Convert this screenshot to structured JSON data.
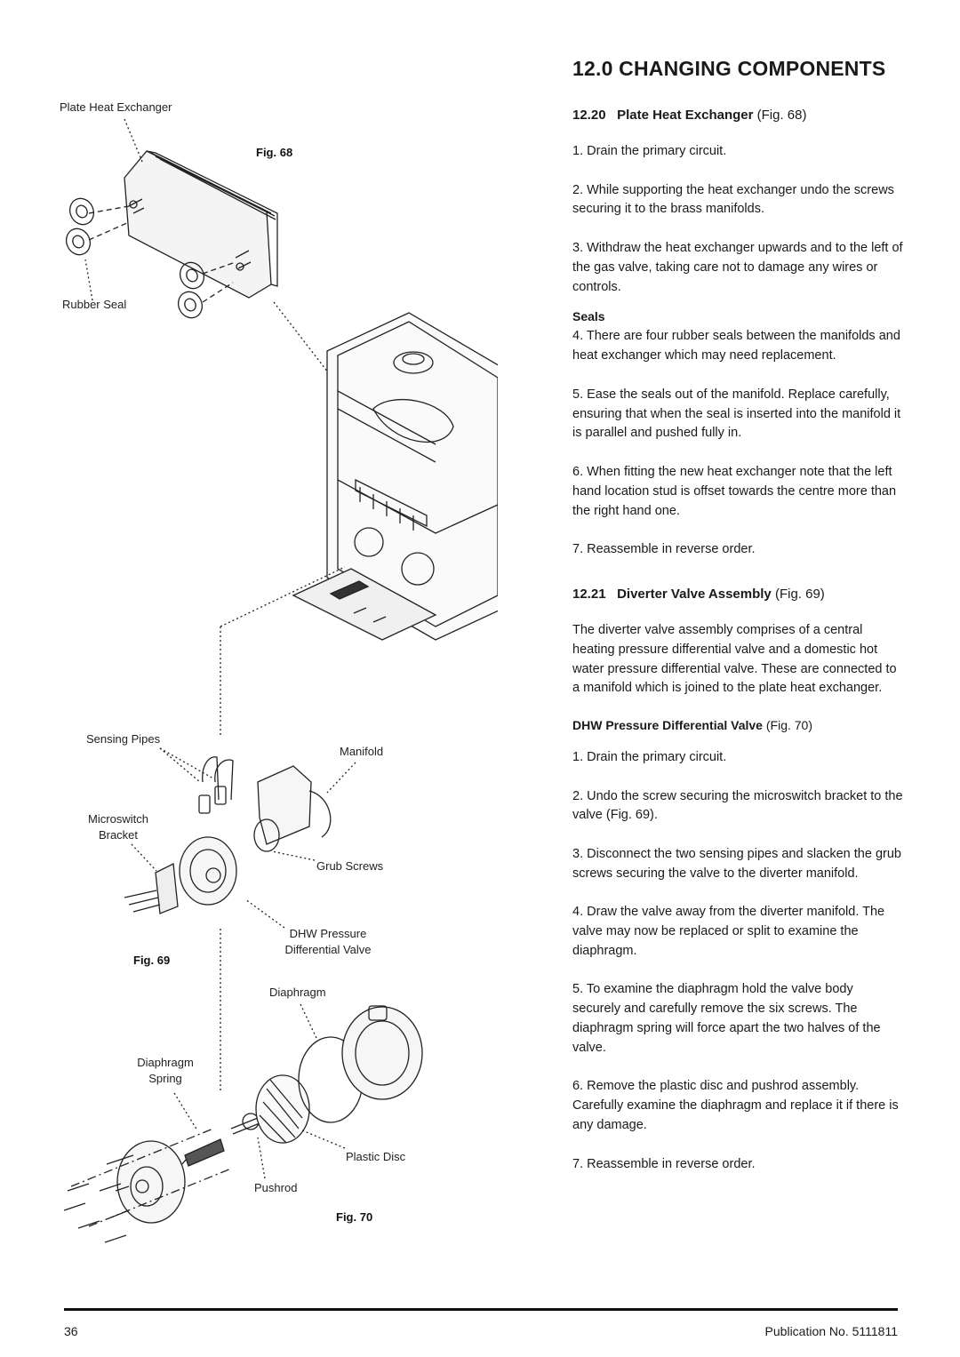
{
  "header": {
    "title": "12.0 CHANGING COMPONENTS"
  },
  "sections": [
    {
      "heading": "12.20",
      "title": "Plate Heat Exchanger",
      "figref": "(Fig. 68)",
      "paragraphs": [
        "1. Drain the primary circuit.",
        "2. While supporting the heat exchanger undo the screws securing it to the brass manifolds.",
        "3. Withdraw the heat exchanger upwards and to the left of the gas valve, taking care not to damage any wires or controls."
      ]
    },
    {
      "subheading": "Seals",
      "paragraphs": [
        "4. There are four rubber seals between the manifolds and heat exchanger which may need replacement.",
        "5. Ease the seals out of the manifold. Replace carefully, ensuring that when the seal is inserted into the manifold it is parallel and pushed fully in.",
        "6. When fitting the new heat exchanger note that the left hand location stud is offset towards the centre more than the right hand one.",
        "7. Reassemble in reverse order."
      ]
    },
    {
      "heading": "12.21",
      "title": "Diverter Valve Assembly",
      "figref": "(Fig. 69)",
      "paragraphs": [
        "The diverter valve assembly comprises of a central heating pressure differential valve and a domestic hot water pressure differential valve. These are connected to a manifold which is joined to the plate heat exchanger."
      ]
    },
    {
      "subheading": "DHW Pressure Differential Valve",
      "figref": "(Fig. 70)",
      "paragraphs": [
        "1. Drain the primary circuit.",
        "2. Undo the screw securing the microswitch bracket to the valve (Fig. 69).",
        "3. Disconnect the two sensing pipes and slacken the grub screws securing the valve to the diverter manifold.",
        "4. Draw the valve away from the diverter manifold. The valve may now be replaced or split to examine the diaphragm.",
        "5. To examine the diaphragm hold the valve body securely and carefully remove the six screws. The diaphragm spring will force apart the two halves of the valve.",
        "6. Remove the plastic disc and pushrod assembly. Carefully examine the diaphragm and replace it if there is any damage.",
        "7. Reassemble in reverse order."
      ]
    }
  ],
  "figures": {
    "fig68": {
      "caption": "Fig. 68",
      "labels": {
        "plate_heat_exchanger": "Plate Heat Exchanger",
        "rubber_seal": "Rubber Seal"
      }
    },
    "fig69": {
      "caption": "Fig. 69",
      "labels": {
        "sensing_pipes": "Sensing Pipes",
        "manifold": "Manifold",
        "microswitch_bracket": "Microswitch\nBracket",
        "grub_screws": "Grub Screws",
        "dhw_pressure_valve": "DHW Pressure\nDifferential Valve"
      }
    },
    "fig70": {
      "caption": "Fig. 70",
      "labels": {
        "diaphragm": "Diaphragm",
        "diaphragm_spring": "Diaphragm\nSpring",
        "plastic_disc": "Plastic Disc",
        "pushrod": "Pushrod"
      }
    }
  },
  "footer": {
    "page_number": "36",
    "publication": "Publication No. 5111811"
  }
}
